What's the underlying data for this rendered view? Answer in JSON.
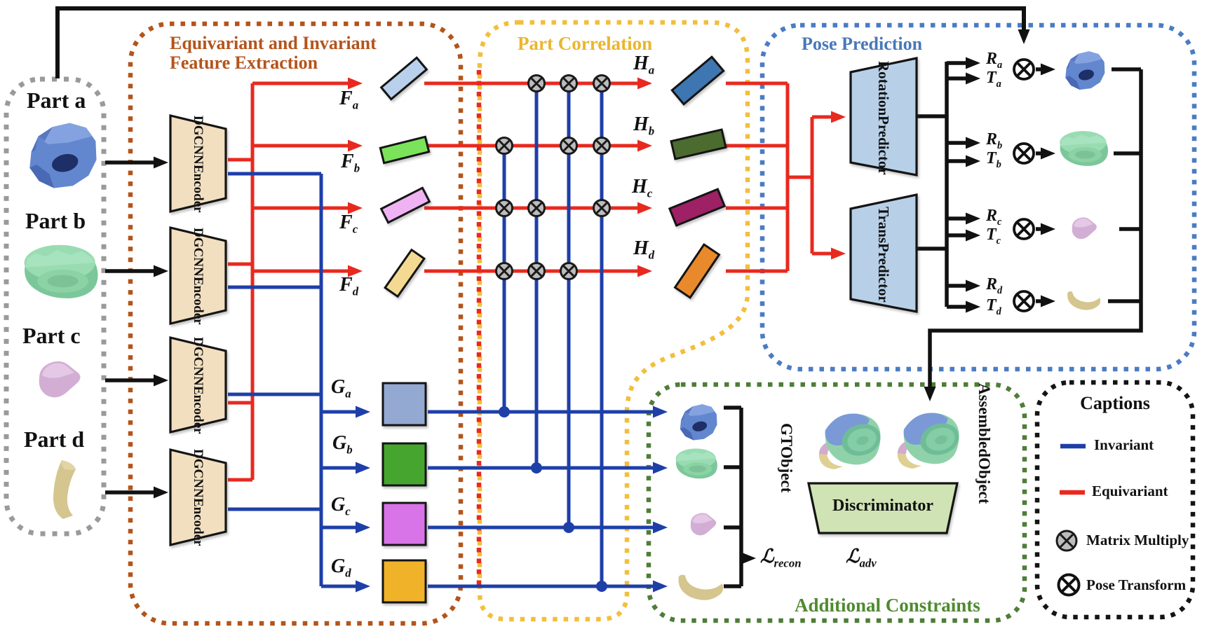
{
  "input_panel": {
    "parts": [
      {
        "label": "Part a"
      },
      {
        "label": "Part b"
      },
      {
        "label": "Part c"
      },
      {
        "label": "Part d"
      }
    ]
  },
  "feature_extraction": {
    "title_line1": "Equivariant and Invariant",
    "title_line2": "Feature Extraction",
    "encoder_label": {
      "line1": "DGCNN",
      "line2": "Encoder"
    },
    "equivariant": [
      {
        "base": "F",
        "sub": "a"
      },
      {
        "base": "F",
        "sub": "b"
      },
      {
        "base": "F",
        "sub": "c"
      },
      {
        "base": "F",
        "sub": "d"
      }
    ],
    "invariant": [
      {
        "base": "G",
        "sub": "a"
      },
      {
        "base": "G",
        "sub": "b"
      },
      {
        "base": "G",
        "sub": "c"
      },
      {
        "base": "G",
        "sub": "d"
      }
    ]
  },
  "part_correlation": {
    "title": "Part Correlation",
    "outputs": [
      {
        "base": "H",
        "sub": "a"
      },
      {
        "base": "H",
        "sub": "b"
      },
      {
        "base": "H",
        "sub": "c"
      },
      {
        "base": "H",
        "sub": "d"
      }
    ]
  },
  "pose_prediction": {
    "title": "Pose Prediction",
    "rotation_predictor": {
      "line1": "Rotation",
      "line2": "Predictor"
    },
    "trans_predictor": {
      "line1": "Trans",
      "line2": "Predictor"
    },
    "rotations": [
      {
        "base": "R",
        "sub": "a"
      },
      {
        "base": "R",
        "sub": "b"
      },
      {
        "base": "R",
        "sub": "c"
      },
      {
        "base": "R",
        "sub": "d"
      }
    ],
    "translations": [
      {
        "base": "T",
        "sub": "a"
      },
      {
        "base": "T",
        "sub": "b"
      },
      {
        "base": "T",
        "sub": "c"
      },
      {
        "base": "T",
        "sub": "d"
      }
    ]
  },
  "additional_constraints": {
    "title": "Additional Constraints",
    "gt_object": {
      "line1": "GT",
      "line2": "Object"
    },
    "assembled_object": {
      "line1": "Assembled",
      "line2": "Object"
    },
    "discriminator_label": "Discriminator",
    "loss_recon": {
      "base": "ℒ",
      "sub": "recon"
    },
    "loss_adv": {
      "base": "ℒ",
      "sub": "adv"
    }
  },
  "captions": {
    "title": "Captions",
    "items": [
      {
        "icon": "invariant-line-icon",
        "label": "Invariant"
      },
      {
        "icon": "equivariant-line-icon",
        "label": "Equivariant"
      },
      {
        "icon": "matrix-multiply-icon",
        "label": "Matrix Multiply"
      },
      {
        "icon": "pose-transform-icon",
        "label": "Pose Transform"
      }
    ]
  },
  "colors": {
    "invariant": "#1e3fa8",
    "equivariant": "#e8291f",
    "input_box": "#9a9a9a",
    "feature_extraction_box": "#b4541b",
    "part_correlation_box": "#f2bf3c",
    "pose_prediction_box": "#4a7cc4",
    "additional_constraints_box": "#4f7d38",
    "captions_box": "#141414",
    "encoder_fill": "#f2dfc0",
    "predictor_fill": "#b7d0e8",
    "discriminator_fill": "#cfe3b4",
    "f_tiles": [
      "#b9d0ec",
      "#7be359",
      "#efb3f3",
      "#f4d992"
    ],
    "h_tiles": [
      "#3e76b2",
      "#4c6b2f",
      "#9e2065",
      "#e8892b"
    ],
    "g_tiles": [
      "#93a9d1",
      "#46a52e",
      "#d873e8",
      "#f0b228"
    ]
  }
}
